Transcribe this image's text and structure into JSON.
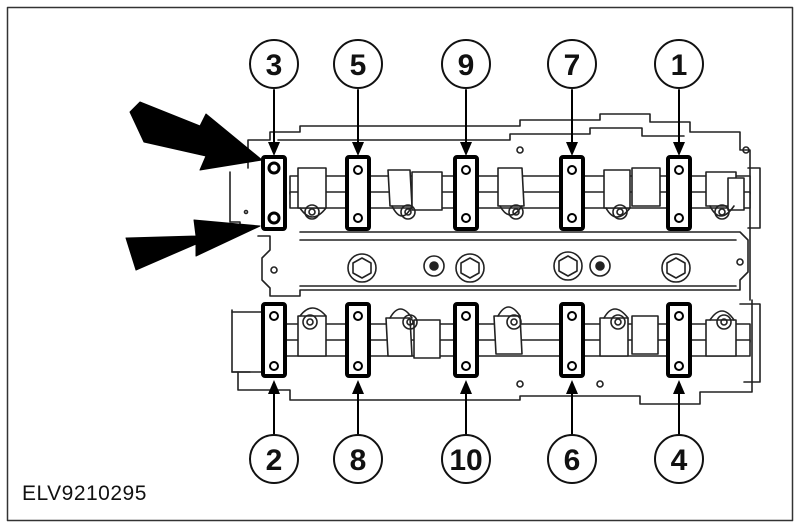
{
  "figure_id": "ELV9210295",
  "callouts": {
    "top": [
      "3",
      "5",
      "9",
      "7",
      "1"
    ],
    "bottom": [
      "2",
      "8",
      "10",
      "6",
      "4"
    ]
  },
  "arrow_count": 2,
  "colors": {
    "line": "#222222",
    "fill": "#000000",
    "background": "#ffffff"
  }
}
